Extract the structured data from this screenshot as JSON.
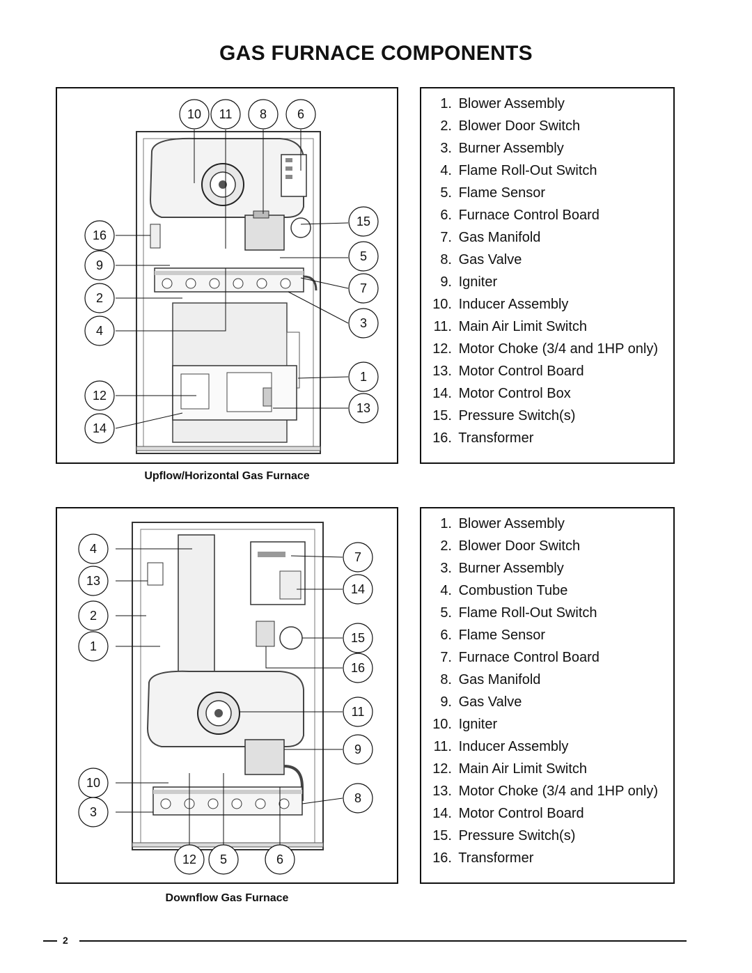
{
  "title": "GAS FURNACE COMPONENTS",
  "upflow": {
    "caption": "Upflow/Horizontal Gas Furnace",
    "legend": [
      {
        "n": "1.",
        "label": "Blower Assembly"
      },
      {
        "n": "2.",
        "label": "Blower Door Switch"
      },
      {
        "n": "3.",
        "label": "Burner Assembly"
      },
      {
        "n": "4.",
        "label": "Flame Roll-Out Switch"
      },
      {
        "n": "5.",
        "label": "Flame Sensor"
      },
      {
        "n": "6.",
        "label": "Furnace Control Board"
      },
      {
        "n": "7.",
        "label": "Gas Manifold"
      },
      {
        "n": "8.",
        "label": "Gas Valve"
      },
      {
        "n": "9.",
        "label": "Igniter"
      },
      {
        "n": "10.",
        "label": "Inducer Assembly"
      },
      {
        "n": "11.",
        "label": "Main Air Limit Switch"
      },
      {
        "n": "12.",
        "label": "Motor Choke (3/4 and 1HP only)"
      },
      {
        "n": "13.",
        "label": "Motor Control Board"
      },
      {
        "n": "14.",
        "label": "Motor Control Box"
      },
      {
        "n": "15.",
        "label": "Pressure Switch(s)"
      },
      {
        "n": "16.",
        "label": "Transformer"
      }
    ],
    "callouts": [
      "10",
      "11",
      "8",
      "6",
      "16",
      "9",
      "2",
      "4",
      "12",
      "14",
      "15",
      "5",
      "7",
      "3",
      "1",
      "13"
    ]
  },
  "downflow": {
    "caption": "Downflow Gas Furnace",
    "legend": [
      {
        "n": "1.",
        "label": "Blower Assembly"
      },
      {
        "n": "2.",
        "label": "Blower Door Switch"
      },
      {
        "n": "3.",
        "label": "Burner Assembly"
      },
      {
        "n": "4.",
        "label": "Combustion Tube"
      },
      {
        "n": "5.",
        "label": "Flame Roll-Out Switch"
      },
      {
        "n": "6.",
        "label": "Flame Sensor"
      },
      {
        "n": "7.",
        "label": "Furnace Control Board"
      },
      {
        "n": "8.",
        "label": "Gas Manifold"
      },
      {
        "n": "9.",
        "label": "Gas Valve"
      },
      {
        "n": "10.",
        "label": "Igniter"
      },
      {
        "n": "11.",
        "label": "Inducer Assembly"
      },
      {
        "n": "12.",
        "label": "Main Air Limit Switch"
      },
      {
        "n": "13.",
        "label": "Motor Choke (3/4 and 1HP only)"
      },
      {
        "n": "14.",
        "label": "Motor Control Board"
      },
      {
        "n": "15.",
        "label": "Pressure Switch(s)"
      },
      {
        "n": "16.",
        "label": "Transformer"
      }
    ],
    "callouts": [
      "4",
      "13",
      "2",
      "1",
      "10",
      "3",
      "7",
      "14",
      "15",
      "16",
      "11",
      "9",
      "8",
      "12",
      "5",
      "6"
    ]
  },
  "page_number": "2"
}
